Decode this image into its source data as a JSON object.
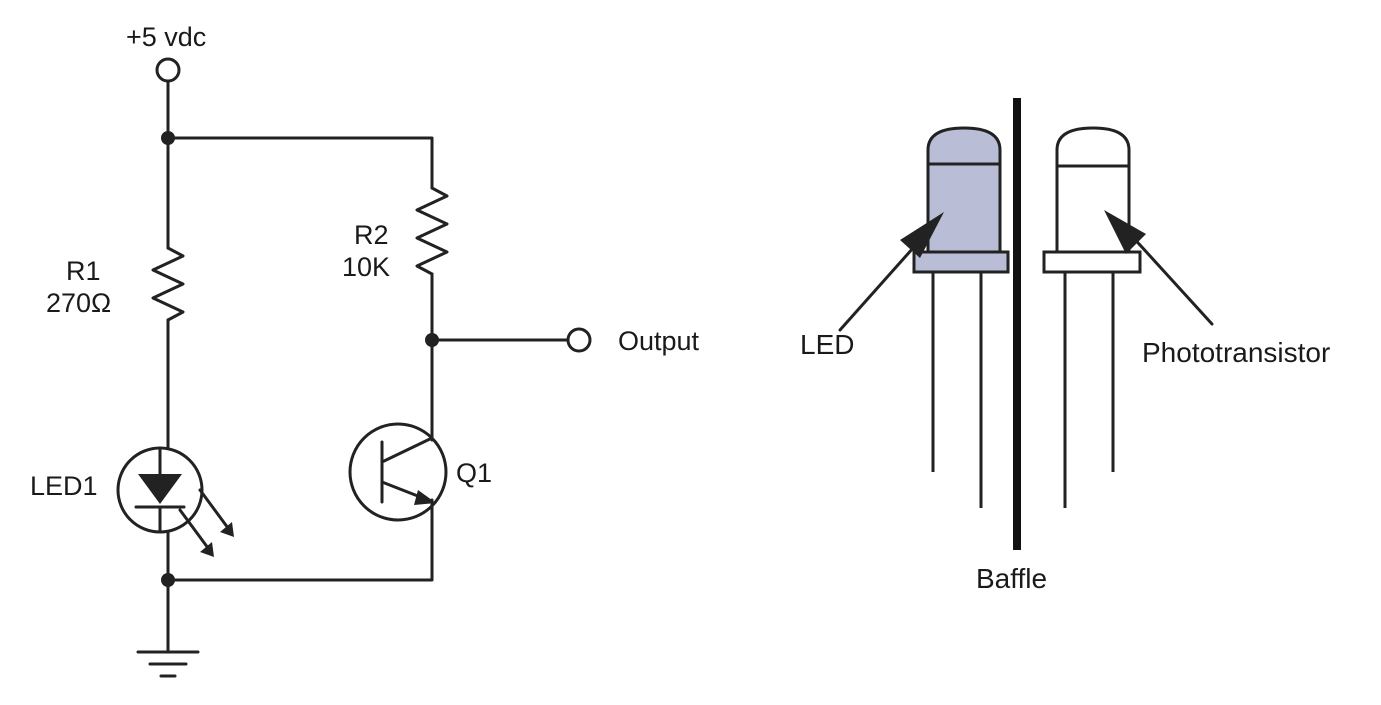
{
  "schematic": {
    "supply_label": "+5 vdc",
    "r1_name": "R1",
    "r1_value": "270Ω",
    "r2_name": "R2",
    "r2_value": "10K",
    "led_label": "LED1",
    "transistor_label": "Q1",
    "output_label": "Output"
  },
  "physical": {
    "led_label": "LED",
    "phototransistor_label": "Phototransistor",
    "baffle_label": "Baffle"
  },
  "colors": {
    "ink": "#222222",
    "led_fill": "#b9bed6"
  }
}
